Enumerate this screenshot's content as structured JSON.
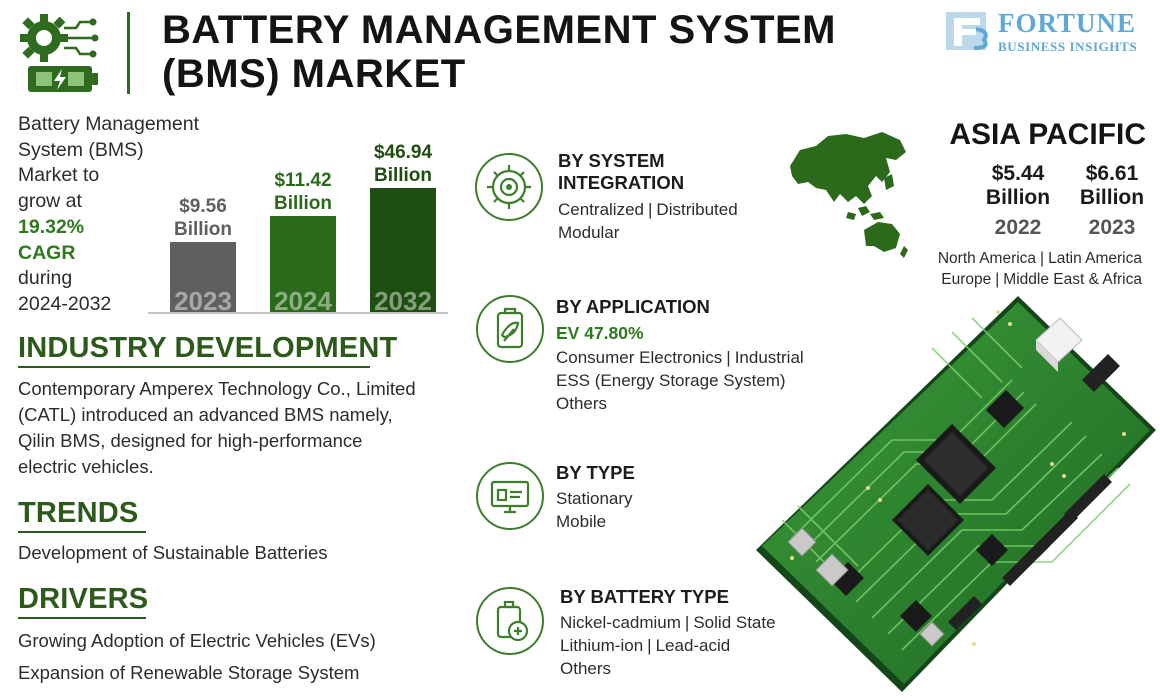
{
  "header": {
    "title_line1": "BATTERY MANAGEMENT SYSTEM",
    "title_line2": "(BMS) MARKET",
    "logo_icon": "gear-battery-icon",
    "brand_name": "FORTUNE",
    "brand_sub": "BUSINESS INSIGHTS",
    "brand_color": "#5fa8d6"
  },
  "intro": {
    "line1": "Battery Management",
    "line2": "System (BMS)",
    "line3": "Market to",
    "line4": "grow at",
    "cagr": "19.32%",
    "cagr_word": "CAGR",
    "line5": "during",
    "period": "2024-2032"
  },
  "chart_data": {
    "type": "bar",
    "categories": [
      "2023",
      "2024",
      "2032"
    ],
    "values": [
      9.56,
      11.42,
      46.94
    ],
    "value_labels": [
      "$9.56",
      "$11.42",
      "$46.94"
    ],
    "value_unit": "Billion",
    "bar_colors": [
      "#5f5f5f",
      "#2c6a1b",
      "#1f4e12"
    ],
    "label_colors": [
      "#5f5f5f",
      "#2c6a1b",
      "#1f4e12"
    ]
  },
  "industry": {
    "heading": "INDUSTRY DEVELOPMENT",
    "line1": "Contemporary Amperex Technology Co., Limited",
    "line2": "(CATL) introduced an advanced BMS namely,",
    "line3": "Qilin BMS, designed for high-performance",
    "line4": "electric vehicles."
  },
  "trends": {
    "heading": "TRENDS",
    "item1": "Development of Sustainable Batteries"
  },
  "drivers": {
    "heading": "DRIVERS",
    "item1": "Growing Adoption of Electric Vehicles (EVs)",
    "item2": "Expansion of Renewable Storage System"
  },
  "segments": {
    "system": {
      "icon": "system-integration-icon",
      "title1": "BY SYSTEM",
      "title2": "INTEGRATION",
      "a": "Centralized",
      "b": "Distributed",
      "c": "Modular"
    },
    "application": {
      "icon": "ev-battery-icon",
      "title": "BY APPLICATION",
      "highlight": "EV 47.80%",
      "a": "Consumer Electronics",
      "b": "Industrial",
      "c": "ESS (Energy Storage System)",
      "d": "Others"
    },
    "type": {
      "icon": "monitor-icon",
      "title": "BY TYPE",
      "a": "Stationary",
      "b": "Mobile"
    },
    "battery": {
      "icon": "battery-cell-icon",
      "title": "BY BATTERY TYPE",
      "a": "Nickel-cadmium",
      "b": "Solid State",
      "c": "Lithium-ion",
      "d": "Lead-acid",
      "e": "Others"
    }
  },
  "asia": {
    "title": "ASIA PACIFIC",
    "map_icon": "asia-pacific-map",
    "v2022": "$5.44",
    "unit": "Billion",
    "y2022": "2022",
    "v2023": "$6.61",
    "y2023": "2023",
    "r1": "North America",
    "r2": "Latin America",
    "r3": "Europe",
    "r4": "Middle East & Africa"
  },
  "sep": "|",
  "pcb_image": "circuit-board-illustration"
}
